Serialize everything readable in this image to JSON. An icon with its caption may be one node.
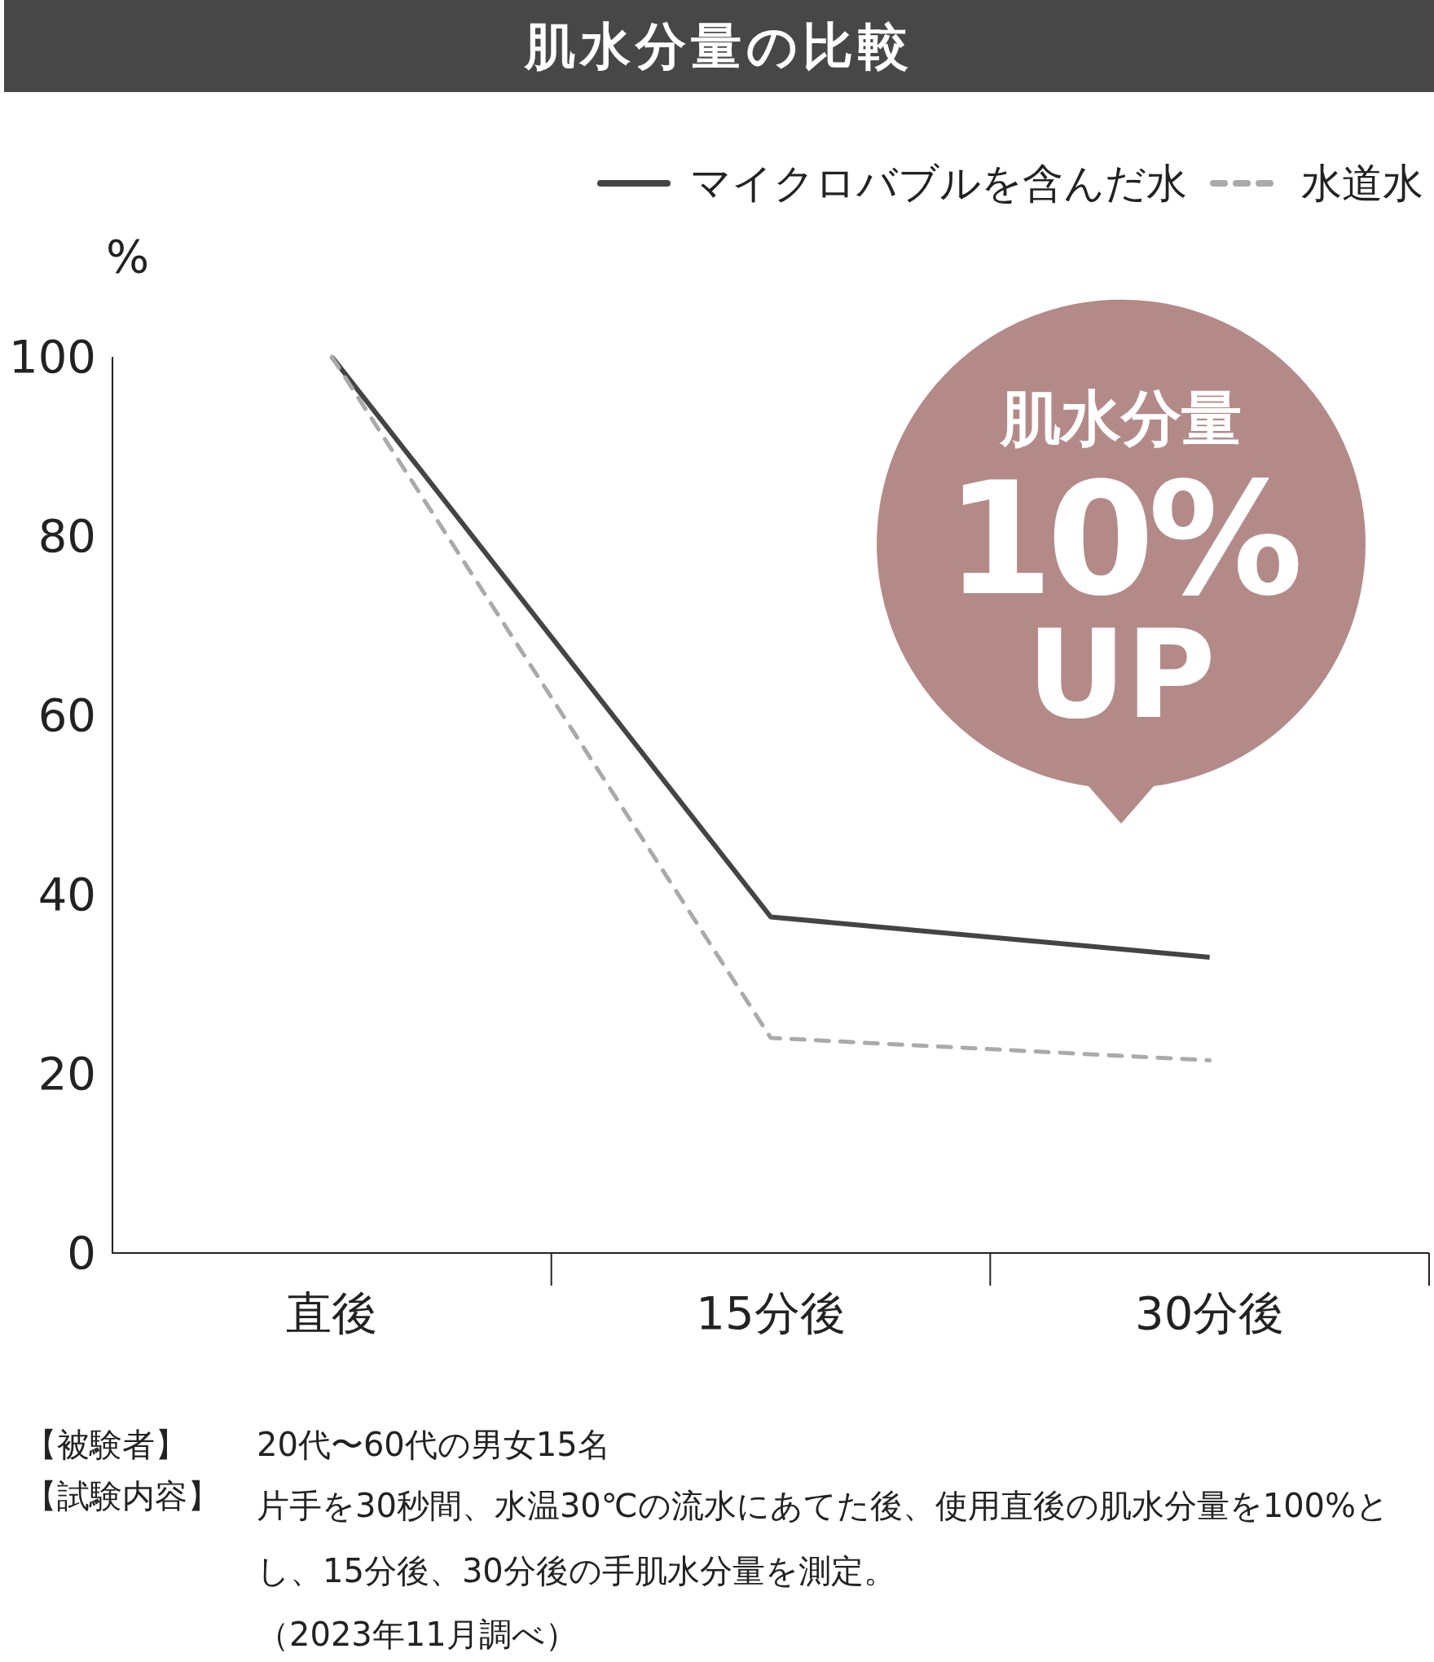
{
  "diagram": {
    "title": "肌水分量の比較",
    "nodes": [
      {
        "text": [
          "肌水分量",
          "10%",
          "UP"
        ]
      }
    ],
    "labels": [
      "【被験者】",
      "20代〜60代の男女15名",
      "【試験内容】",
      "片手を30秒間、水温30℃の流水にあてた後、使用直後の肌水分量を100%とし、15分後、30分後の手肌水分量を測定。",
      "（2023年11月調べ）"
    ],
    "chart_data": {
      "type": "line",
      "ylabel": "%",
      "categories": [
        "直後",
        "15分後",
        "30分後"
      ],
      "series": [
        {
          "name": "マイクロバブルを含んだ水",
          "color": "#444444",
          "values": [
            100,
            37.5,
            33
          ]
        },
        {
          "name": "水道水",
          "color": "#aaaaaa",
          "line_style": "dashed",
          "values": [
            100,
            24,
            21.5
          ]
        }
      ],
      "legend": "top-right",
      "ylim": [
        0,
        100
      ],
      "yticks": [
        0,
        20,
        40,
        60,
        80,
        100
      ]
    }
  }
}
